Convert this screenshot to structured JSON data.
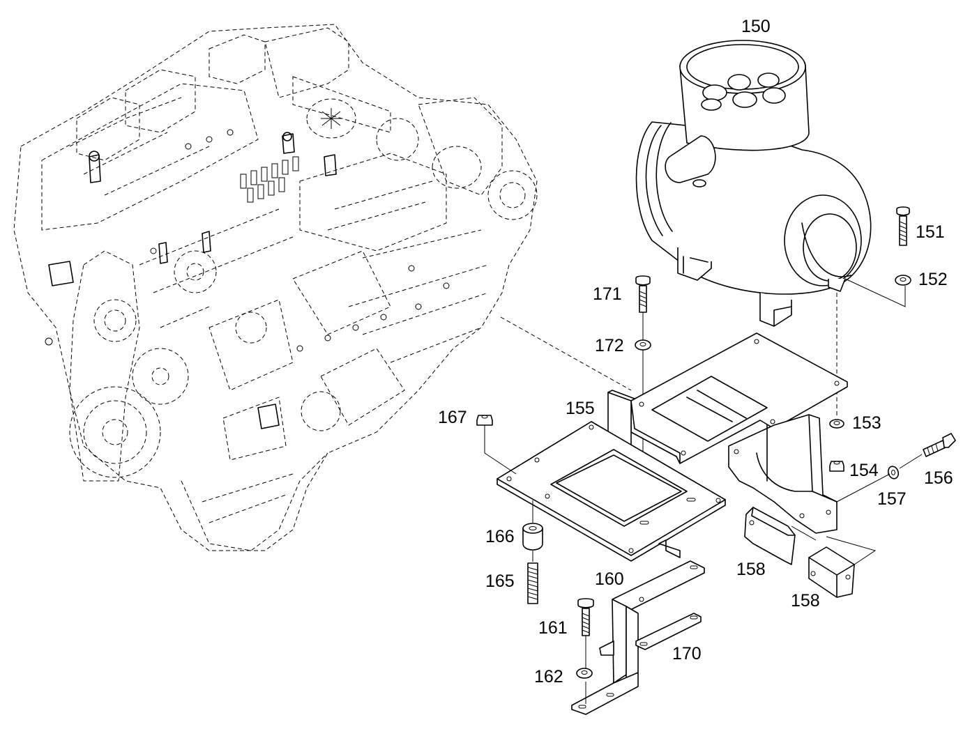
{
  "diagram": {
    "callouts": [
      {
        "id": "150",
        "text": "150"
      },
      {
        "id": "151",
        "text": "151"
      },
      {
        "id": "152",
        "text": "152"
      },
      {
        "id": "153",
        "text": "153"
      },
      {
        "id": "154",
        "text": "154"
      },
      {
        "id": "155",
        "text": "155"
      },
      {
        "id": "156",
        "text": "156"
      },
      {
        "id": "157",
        "text": "157"
      },
      {
        "id": "158a",
        "text": "158"
      },
      {
        "id": "158b",
        "text": "158"
      },
      {
        "id": "160",
        "text": "160"
      },
      {
        "id": "161",
        "text": "161"
      },
      {
        "id": "162",
        "text": "162"
      },
      {
        "id": "165",
        "text": "165"
      },
      {
        "id": "166",
        "text": "166"
      },
      {
        "id": "167",
        "text": "167"
      },
      {
        "id": "170",
        "text": "170"
      },
      {
        "id": "171",
        "text": "171"
      },
      {
        "id": "172",
        "text": "172"
      }
    ]
  }
}
